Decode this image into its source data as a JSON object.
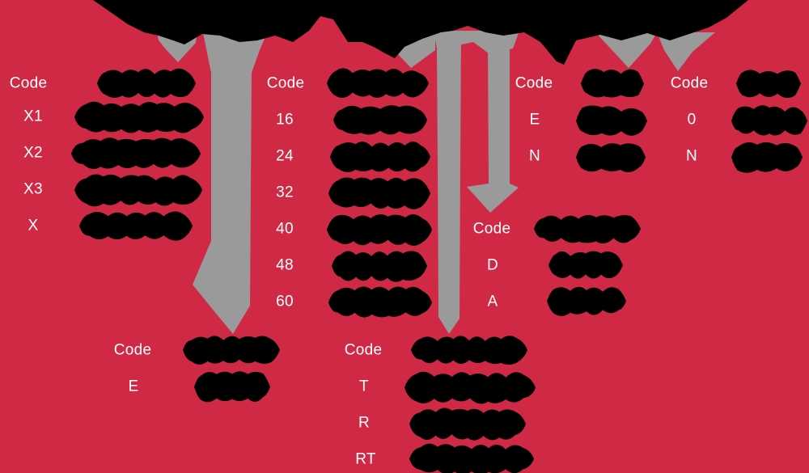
{
  "colors": {
    "background": "#d02946",
    "arrow_gray": "#9a9a9a",
    "redaction_black": "#000000",
    "label_white": "#ffffff"
  },
  "header": {
    "title_redacted": true,
    "title_note": "large part-number heading obscured by black redaction blob"
  },
  "code_tables": [
    {
      "position": "top-left",
      "header_label": "Code",
      "description_column_redacted": true,
      "codes": [
        "X1",
        "X2",
        "X3",
        "X"
      ]
    },
    {
      "position": "top-mid-left",
      "header_label": "Code",
      "description_column_redacted": true,
      "codes": [
        "16",
        "24",
        "32",
        "40",
        "48",
        "60"
      ]
    },
    {
      "position": "top-mid-right",
      "header_label": "Code",
      "description_column_redacted": true,
      "codes": [
        "E",
        "N"
      ]
    },
    {
      "position": "top-right",
      "header_label": "Code",
      "description_column_redacted": true,
      "codes": [
        "0",
        "N"
      ]
    },
    {
      "position": "middle",
      "header_label": "Code",
      "description_column_redacted": true,
      "codes": [
        "D",
        "A"
      ]
    },
    {
      "position": "bottom-left",
      "header_label": "Code",
      "description_column_redacted": true,
      "codes": [
        "E"
      ]
    },
    {
      "position": "bottom-middle",
      "header_label": "Code",
      "description_column_redacted": true,
      "codes": [
        "T",
        "R",
        "RT"
      ]
    }
  ]
}
